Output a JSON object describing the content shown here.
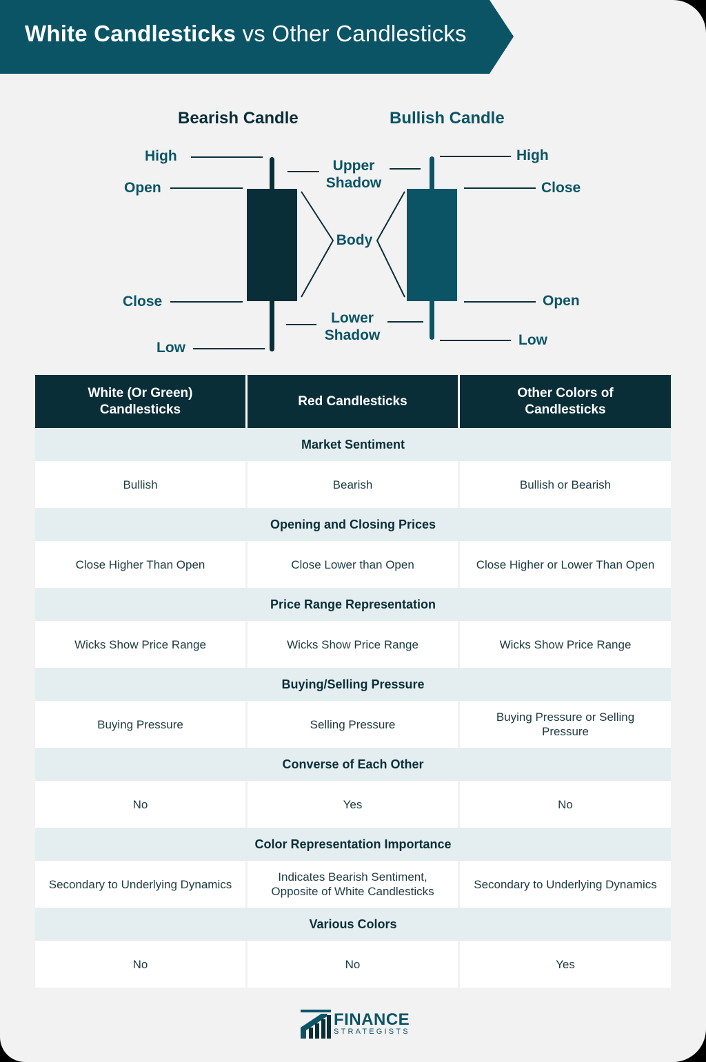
{
  "header": {
    "title_bold": "White Candlesticks",
    "title_rest": " vs Other Candlesticks"
  },
  "diagram": {
    "bearish_title": "Bearish Candle",
    "bullish_title": "Bullish Candle",
    "left_high": "High",
    "left_open": "Open",
    "left_close": "Close",
    "left_low": "Low",
    "upper_shadow": "Upper\nShadow",
    "body": "Body",
    "lower_shadow": "Lower\nShadow",
    "right_high": "High",
    "right_close": "Close",
    "right_open": "Open",
    "right_low": "Low"
  },
  "colors": {
    "banner": "#0b5466",
    "bearish": "#0a2e38",
    "bullish": "#0b5466",
    "header_row": "#0a2e38",
    "section_row": "#e4eef0"
  },
  "table": {
    "headers": [
      "White (Or Green)\nCandlesticks",
      "Red Candlesticks",
      "Other Colors of\nCandlesticks"
    ],
    "sections": [
      {
        "title": "Market Sentiment",
        "cells": [
          "Bullish",
          "Bearish",
          "Bullish or Bearish"
        ]
      },
      {
        "title": "Opening and Closing Prices",
        "cells": [
          "Close Higher Than Open",
          "Close Lower than Open",
          "Close Higher or Lower Than Open"
        ]
      },
      {
        "title": "Price Range Representation",
        "cells": [
          "Wicks Show Price Range",
          "Wicks Show Price Range",
          "Wicks Show Price Range"
        ]
      },
      {
        "title": "Buying/Selling Pressure",
        "cells": [
          "Buying Pressure",
          "Selling Pressure",
          "Buying Pressure or Selling Pressure"
        ]
      },
      {
        "title": "Converse of Each Other",
        "cells": [
          "No",
          "Yes",
          "No"
        ]
      },
      {
        "title": "Color Representation Importance",
        "cells": [
          "Secondary to Underlying Dynamics",
          "Indicates Bearish Sentiment, Opposite of White Candlesticks",
          "Secondary to Underlying Dynamics"
        ]
      },
      {
        "title": "Various Colors",
        "cells": [
          "No",
          "No",
          "Yes"
        ]
      }
    ]
  },
  "logo": {
    "line1": "FINANCE",
    "line2": "STRATEGISTS",
    "icon": "bar-chart-logo-icon"
  }
}
